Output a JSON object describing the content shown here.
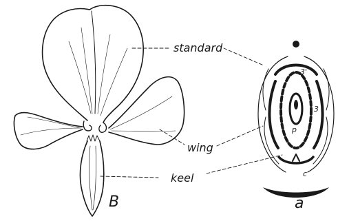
{
  "labels": {
    "standard": "standard",
    "wing": "wing",
    "keel": "keel",
    "figure_b": "B",
    "figure_a": "a"
  },
  "diagram_marks": {
    "three_prime": "3'",
    "three": "3",
    "p": "p",
    "c": "c"
  }
}
